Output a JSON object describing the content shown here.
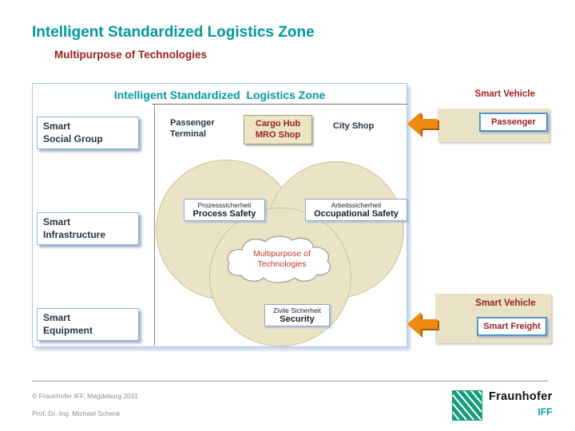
{
  "header": {
    "title": "Intelligent Standardized Logistics Zone",
    "subtitle": "Multipurpose of Technologies"
  },
  "diagram": {
    "title": "Intelligent Standardized  Logistics Zone",
    "left_boxes": [
      {
        "label": "Smart\nSocial Group"
      },
      {
        "label": "Smart\nInfrastructure"
      },
      {
        "label": "Smart\nEquipment"
      }
    ],
    "facility_boxes": [
      {
        "label": "Passenger\nTerminal"
      },
      {
        "label": "Cargo Hub\nMRO Shop"
      },
      {
        "label": "City Shop"
      }
    ],
    "safety_labels": [
      {
        "de": "Prozesssicherheit",
        "en": "Process Safety"
      },
      {
        "de": "Arbeitssicherheit",
        "en": "Occupational Safety"
      },
      {
        "de": "Zivile Sicherheit",
        "en": "Security"
      }
    ],
    "cloud_label": "Multipurpose of\nTechnologies"
  },
  "right_panel": {
    "top_label": "Smart Vehicle",
    "top_box": "Passenger",
    "bottom_label": "Smart Vehicle",
    "bottom_box": "Smart Freight"
  },
  "footer": {
    "copyright": "© Fraunhofer IFF, Magdeburg 2011",
    "author": "Prof. Dr.-Ing. Michael Schenk",
    "logo_name": "Fraunhofer",
    "logo_unit": "IFF"
  },
  "colors": {
    "teal": "#0099a0",
    "maroon": "#992121",
    "cloud_red": "#c0392b",
    "beige": "#eae3c6",
    "orange": "#ee8a0e",
    "box_border_blue": "#92b4d6",
    "fraunhofer_green": "#179c7d"
  }
}
